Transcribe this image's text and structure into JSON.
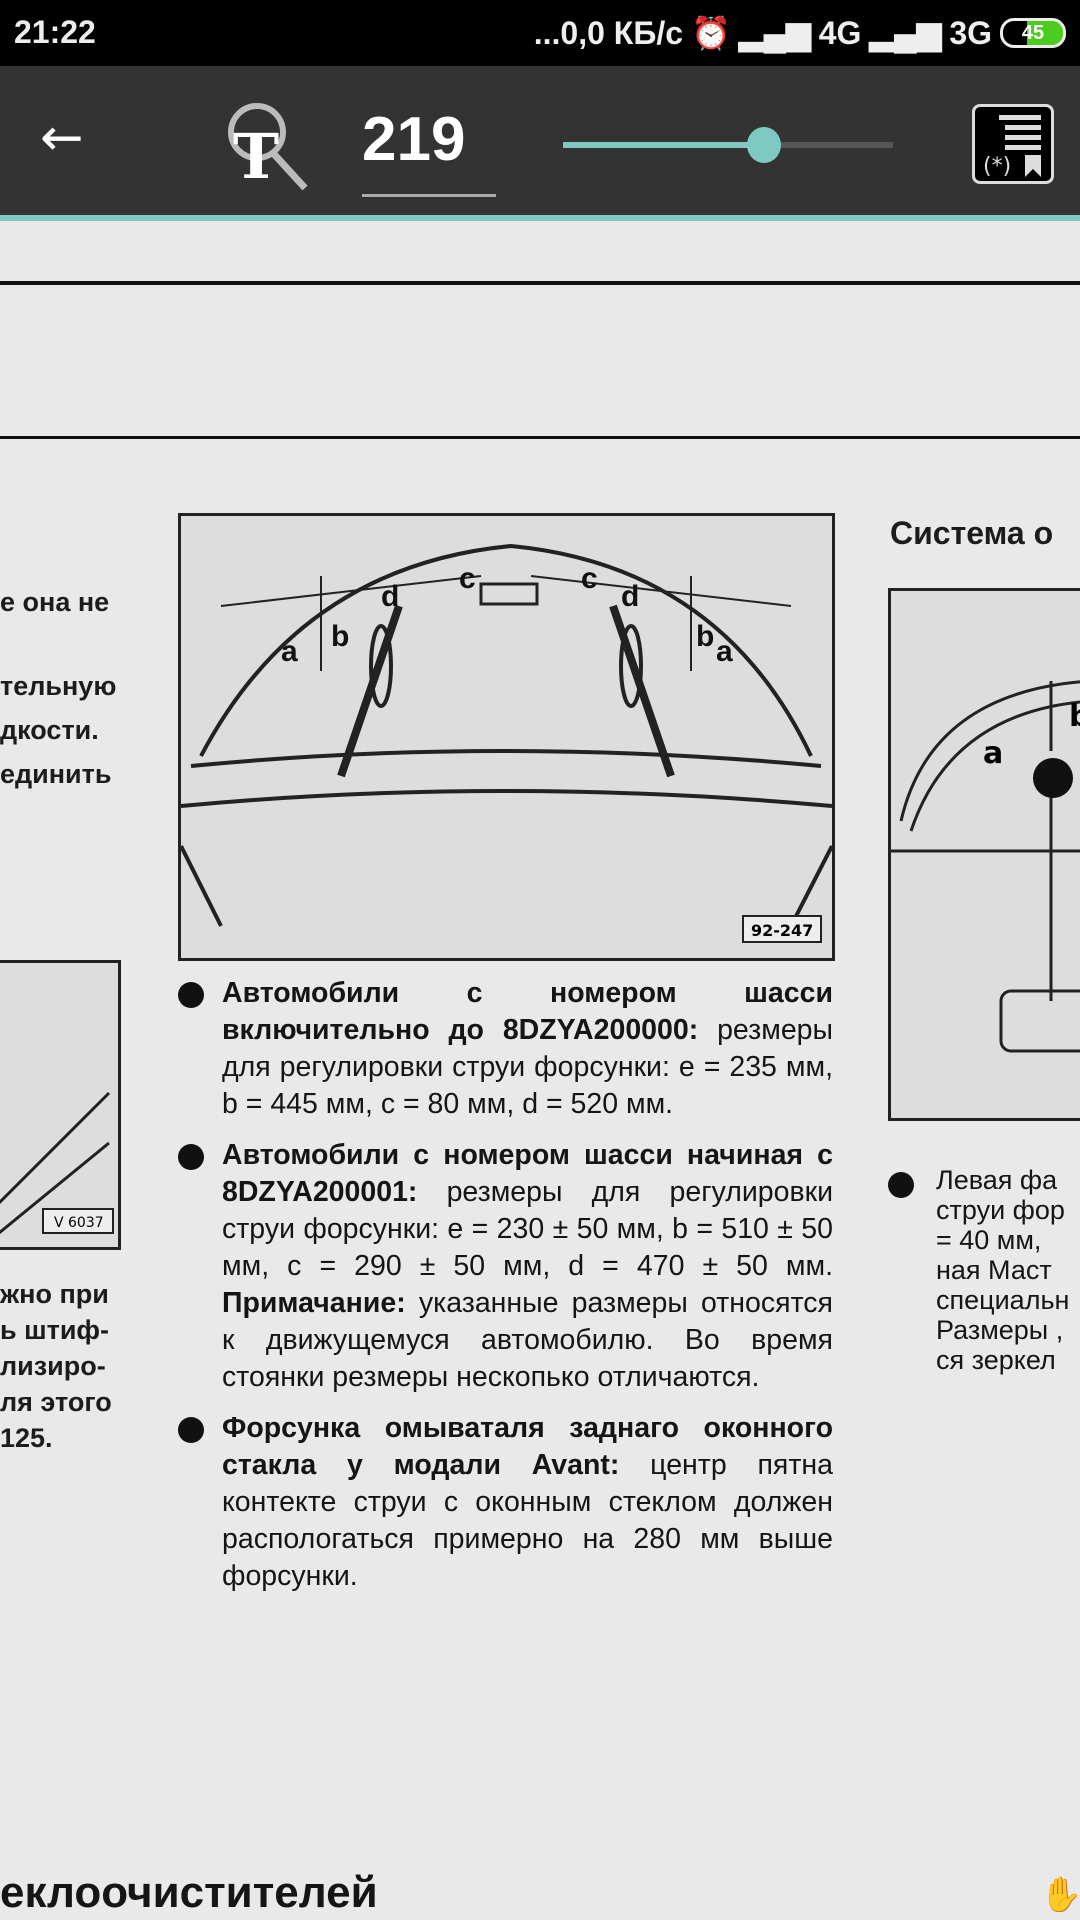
{
  "status_bar": {
    "time": "21:22",
    "net_speed": "...0,0 КБ/с",
    "network1": "4G",
    "network2": "3G",
    "battery": "45"
  },
  "toolbar": {
    "back_icon": "arrow-left-icon",
    "search_icon": "text-search-icon",
    "page_number": "219",
    "page_progress": 0.61,
    "toc_icon": "toc-bookmark-icon"
  },
  "colors": {
    "accent": "#7ecac3",
    "toolbar": "#333333",
    "status_bar": "#000000"
  },
  "page": {
    "left_fragments": [
      "е она не",
      "тельную",
      "дкости.",
      "единить"
    ],
    "left_fragments2": [
      "жно при",
      "ь штиф-",
      "лизиро-",
      "ля этого",
      "125."
    ],
    "left_figure_label": "V 6037",
    "figure_label": "92-247",
    "figure_letters": [
      "a",
      "b",
      "d",
      "c",
      "c",
      "d",
      "b",
      "a"
    ],
    "bullets": [
      {
        "bold": "Автомобили с номером шасси включительно до 8DZYA200000:",
        "text": " резмеры для регулировки струи форсунки: e = 235 мм, b = 445 мм, c = 80 мм, d = 520 мм."
      },
      {
        "bold": "Автомобили с номером шасси начиная с 8DZYA200001:",
        "text": " резмеры для регулировки струи форсунки: e = 230 ± 50 мм, b = 510 ± 50 мм, c = 290 ± 50 мм, d = 470 ± 50 мм. ",
        "bold2": "Примачание:",
        "text2": " указанные размеры относятся к движущемуся автомобилю. Во время стоянки резмеры нескопько отличаются."
      },
      {
        "bold": "Форсунка омываталя заднаго оконного стакла у модали Avant:",
        "text": " центр пятна контекте струи с оконным стеклом должен распологаться примерно на 280 мм выше форсунки."
      }
    ],
    "right_heading": "Система о",
    "right_figure_letters": [
      "a",
      "b"
    ],
    "right_text": [
      "Левая фа",
      "струи фор",
      "= 40 мм,",
      "ная Маст",
      "специальн",
      "Размеры ,",
      "ся зеркел"
    ],
    "bottom_heading": "еклоочистителей",
    "hand_icon": "hand-pan-icon"
  }
}
